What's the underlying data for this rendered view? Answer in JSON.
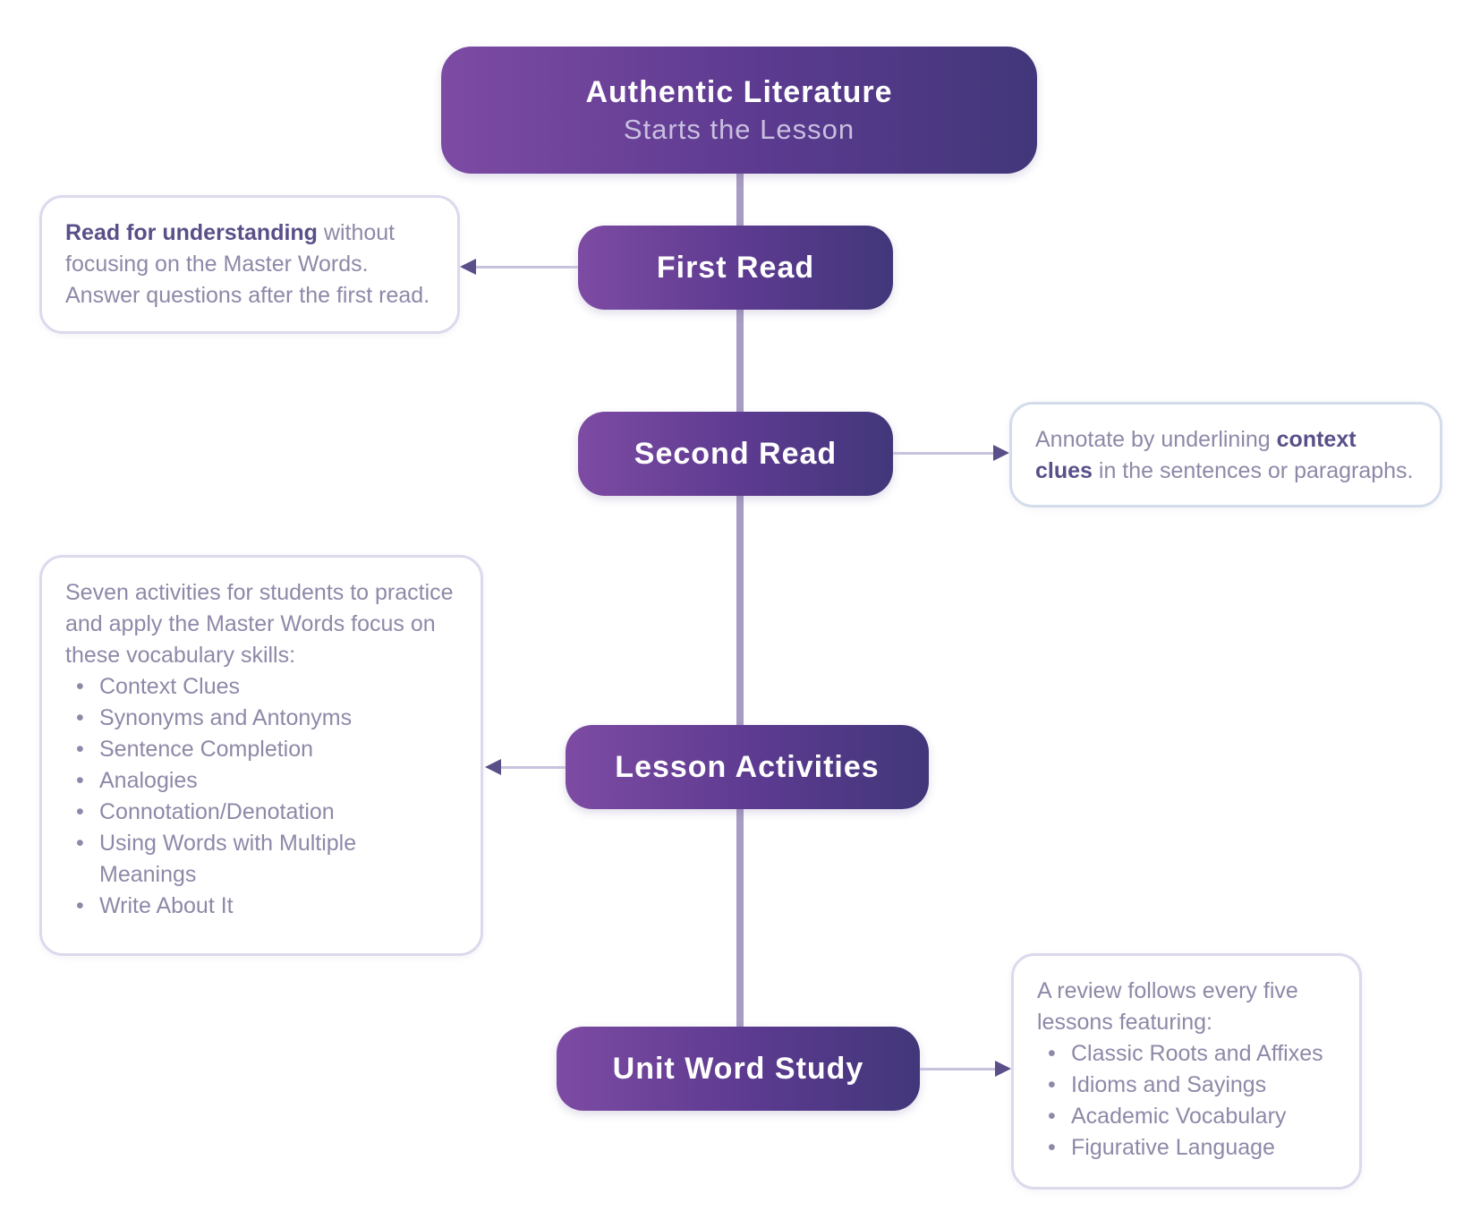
{
  "nodes": {
    "top": {
      "label": "Authentic Literature",
      "sub": "Starts the Lesson"
    },
    "first_read": {
      "label": "First Read"
    },
    "second_read": {
      "label": "Second Read"
    },
    "lesson_activities": {
      "label": "Lesson Activities"
    },
    "unit_word_study": {
      "label": "Unit Word Study"
    }
  },
  "notes": {
    "first_read": {
      "bold": "Read for understanding",
      "text": " without focusing on the Master Words. Answer questions after the first read."
    },
    "second_read": {
      "text_before": "Annotate by underlining ",
      "bold": "context clues",
      "text_after": " in the sentences or paragraphs."
    },
    "lesson_activities": {
      "intro": "Seven activities for students to practice and apply the Master Words focus on these vocabulary skills:",
      "items": [
        "Context Clues",
        "Synonyms and Antonyms",
        "Sentence Completion",
        "Analogies",
        "Connotation/Denotation",
        "Using Words with Multiple Meanings",
        "Write About It"
      ]
    },
    "unit_word_study": {
      "intro": "A review follows every five lessons featuring:",
      "items": [
        "Classic Roots and Affixes",
        "Idioms and Sayings",
        "Academic Vocabulary",
        "Figurative Language"
      ]
    }
  },
  "colors": {
    "node_gradient_start": "#7d4ba3",
    "node_gradient_end": "#42377a",
    "note_text": "#8f88a8",
    "note_bold": "#5a4f88",
    "note_border": "#ddd8ec"
  }
}
